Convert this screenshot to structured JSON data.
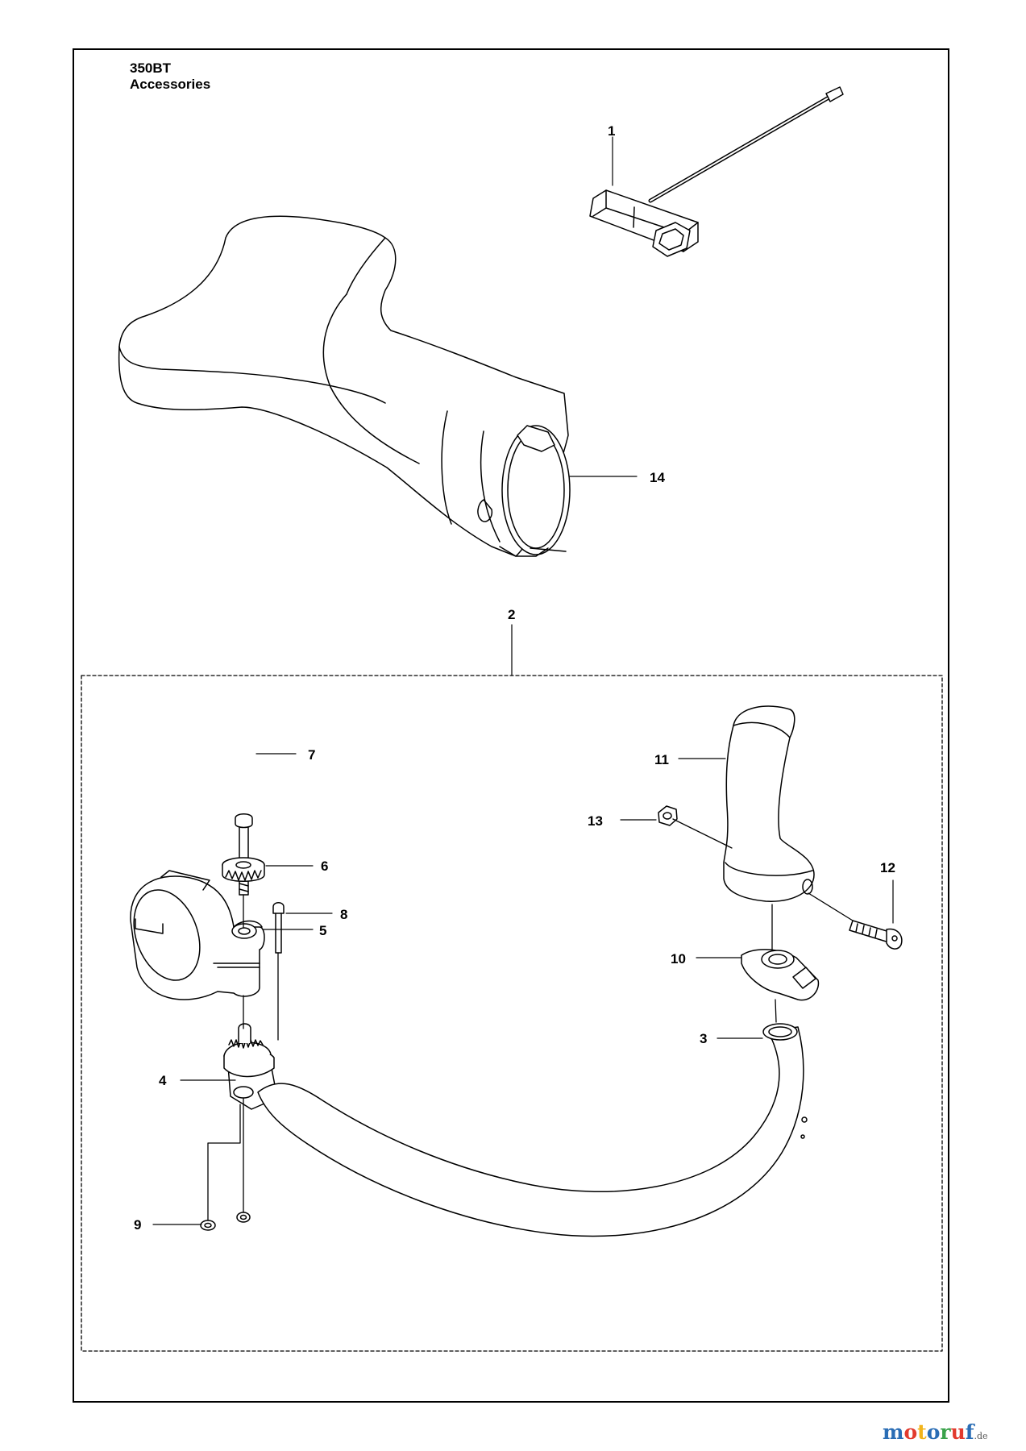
{
  "header": {
    "model": "350BT",
    "section": "Accessories"
  },
  "callouts": {
    "c1": "1",
    "c2": "2",
    "c3": "3",
    "c4": "4",
    "c5": "5",
    "c6": "6",
    "c7": "7",
    "c8": "8",
    "c9": "9",
    "c10": "10",
    "c11": "11",
    "c12": "12",
    "c13": "13",
    "c14": "14"
  },
  "watermark": {
    "letters": [
      "m",
      "o",
      "t",
      "o",
      "r",
      "u",
      "f"
    ],
    "letter_colors": [
      "#2a6db5",
      "#e23b2e",
      "#f2b41b",
      "#2a6db5",
      "#3aa24a",
      "#e23b2e",
      "#2a6db5"
    ],
    "suffix": ".de"
  }
}
